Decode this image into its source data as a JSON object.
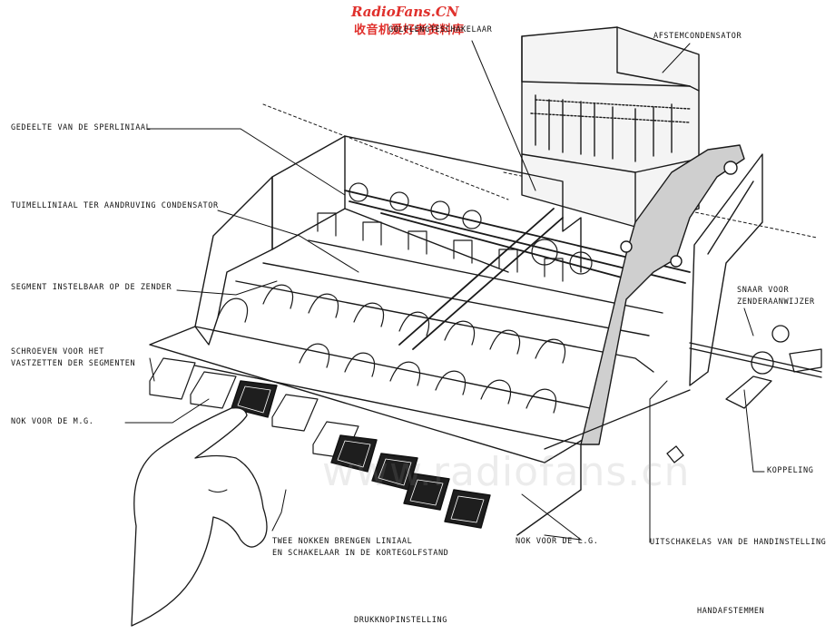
{
  "watermark": {
    "site": "RadioFans.CN",
    "chinese": "收音机爱好者资料库",
    "background": "www.radiofans.cn"
  },
  "labels": {
    "golflengteschakelaar": "GOLFLENGTESCHAKELAAR",
    "afstemcondensator": "AFSTEMCONDENSATOR",
    "gedeelte": "GEDEELTE VAN DE SPERLINIAAL",
    "tuimelliniaal": "TUIMELLINIAAL TER AANDRUVING CONDENSATOR",
    "segment": "SEGMENT INSTELBAAR OP DE ZENDER",
    "schroeven_1": "SCHROEVEN VOOR HET",
    "schroeven_2": "VASTZETTEN DER SEGMENTEN",
    "nok_mg": "NOK VOOR DE M.G.",
    "snaar_1": "SNAAR VOOR",
    "snaar_2": "ZENDERAANWIJZER",
    "koppeling": "KOPPELING",
    "twee_nokken_1": "TWEE NOKKEN BRENGEN LINIAAL",
    "twee_nokken_2": "EN SCHAKELAAR IN DE KORTEGOLFSTAND",
    "nok_lg": "NOK VOOR DE L.G.",
    "uitschakelas": "UITSCHAKELAS VAN DE HANDINSTELLING",
    "drukknopinstelling": "DRUKKNOPINSTELLING",
    "handafstemmen": "HANDAFSTEMMEN"
  },
  "colors": {
    "ink": "#111111",
    "watermark_red": "#e0302c",
    "paper": "#ffffff"
  }
}
